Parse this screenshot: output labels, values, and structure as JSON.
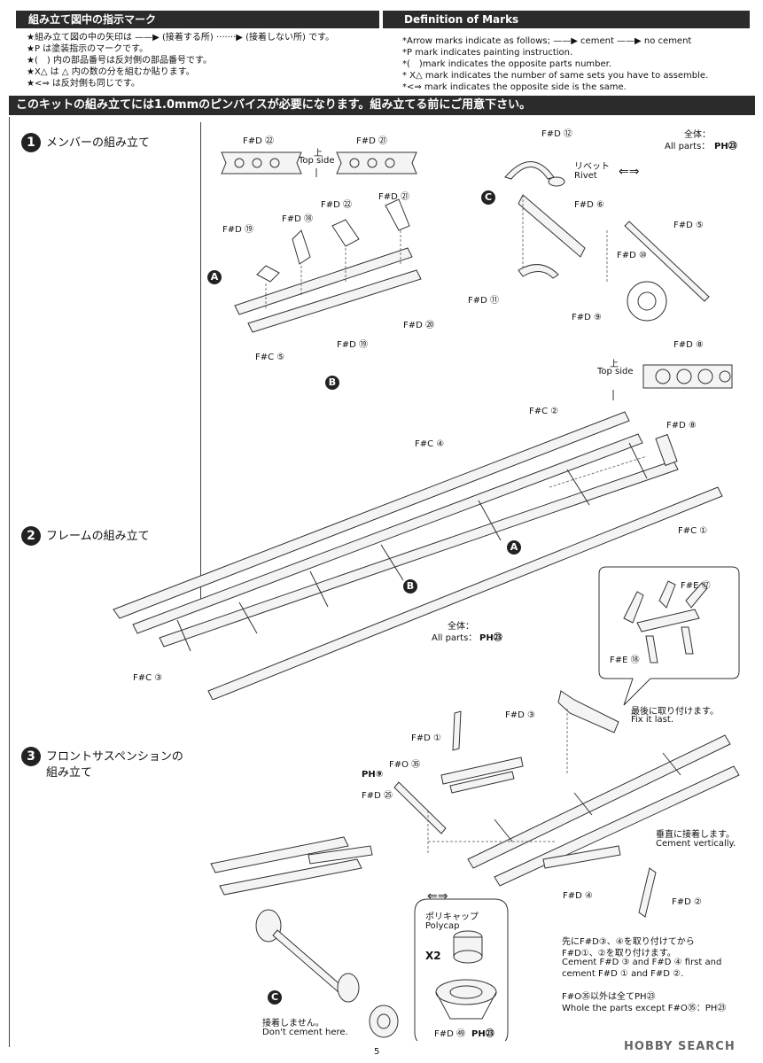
{
  "header": {
    "left_title": "組み立て図中の指示マーク",
    "right_title": "Definition of Marks"
  },
  "marks_jp": [
    "★組み立て図の中の矢印は ——▶ (接着する所) ·······▶ (接着しない所) です。",
    "★P は塗装指示のマークです。",
    "★(　) 内の部品番号は反対側の部品番号です。",
    "★X△ は △ 内の数の分を組むか貼ります。",
    "★<⇒ は反対側も同じです。"
  ],
  "marks_en": [
    "*Arrow marks indicate as follows; ——▶ cement ——▶ no cement",
    "*P mark indicates painting instruction.",
    "*(　)mark indicates the opposite parts number.",
    "* X△ mark indicates the number of same sets you have to assemble.",
    "*<⇒ mark indicates the opposite side is the same."
  ],
  "banner": "このキットの組み立てには1.0mmのピンバイスが必要になります。組み立てる前にご用意下さい。",
  "steps": [
    {
      "num": "1",
      "title": "メンバーの組み立て"
    },
    {
      "num": "2",
      "title": "フレームの組み立て"
    },
    {
      "num": "3",
      "title_line1": "フロントサスペンションの",
      "title_line2": "組み立て"
    }
  ],
  "step1": {
    "top_parts": [
      "F#D ㉒",
      "F#D ㉑"
    ],
    "top_side_jp": "上",
    "top_side_en": "Top side",
    "A_parts": [
      "F#D ⑲",
      "F#D ⑱",
      "F#D ㉒",
      "F#D ㉑",
      "F#C ⑤"
    ],
    "B_parts": [
      "F#D ⑳",
      "F#D ⑲",
      "F#C ④"
    ],
    "C_parts": [
      "F#D ⑫",
      "F#D ⑥",
      "F#D ⑤",
      "F#D ⑩",
      "F#D ⑪",
      "F#D ⑨"
    ],
    "rivet_jp": "リベット",
    "rivet_en": "Rivet",
    "all_parts_jp": "全体：",
    "all_parts_en": "All parts：",
    "paint_code": "PH㉓"
  },
  "step2": {
    "part_d8_top": "F#D ⑧",
    "top_side_jp": "上",
    "top_side_en": "Top side",
    "parts": [
      "F#C ②",
      "F#D ⑧",
      "F#C ①",
      "F#C ③"
    ],
    "all_parts_jp": "全体：",
    "all_parts_en": "All parts：",
    "paint_code": "PH㉓",
    "markers": [
      "A",
      "B"
    ]
  },
  "step3": {
    "parts_e": [
      "F#E ⑰",
      "F#E ⑱"
    ],
    "fix_last_jp": "最後に取り付けます。",
    "fix_last_en": "Fix it last.",
    "parts": [
      "F#D ③",
      "F#D ①",
      "F#O ㉟",
      "PH⑨",
      "F#D ㉕",
      "F#D ④",
      "F#D ②"
    ],
    "cement_vert_jp": "垂直に接着します。",
    "cement_vert_en": "Cement vertically.",
    "polycap_jp": "ポリキャップ",
    "polycap_en": "Polycap",
    "polycap_count": "X2",
    "order_jp_1": "先にF#D③、④を取り付けてから",
    "order_jp_2": "F#D①、②を取り付けます。",
    "order_en_1": "Cement F#D ③ and F#D ④ first and",
    "order_en_2": "cement F#D ① and F#D ②.",
    "except_jp": "F#O㉟以外は全てPH㉓",
    "except_en": "Whole the parts except F#O㉟：PH㉓",
    "no_cement_jp": "接着しません。",
    "no_cement_en": "Don't cement here.",
    "bottom_part": "F#D ㊾",
    "bottom_paint": "PH㉓"
  },
  "footer": {
    "page_number": "5",
    "watermark": "HOBBY SEARCH"
  }
}
